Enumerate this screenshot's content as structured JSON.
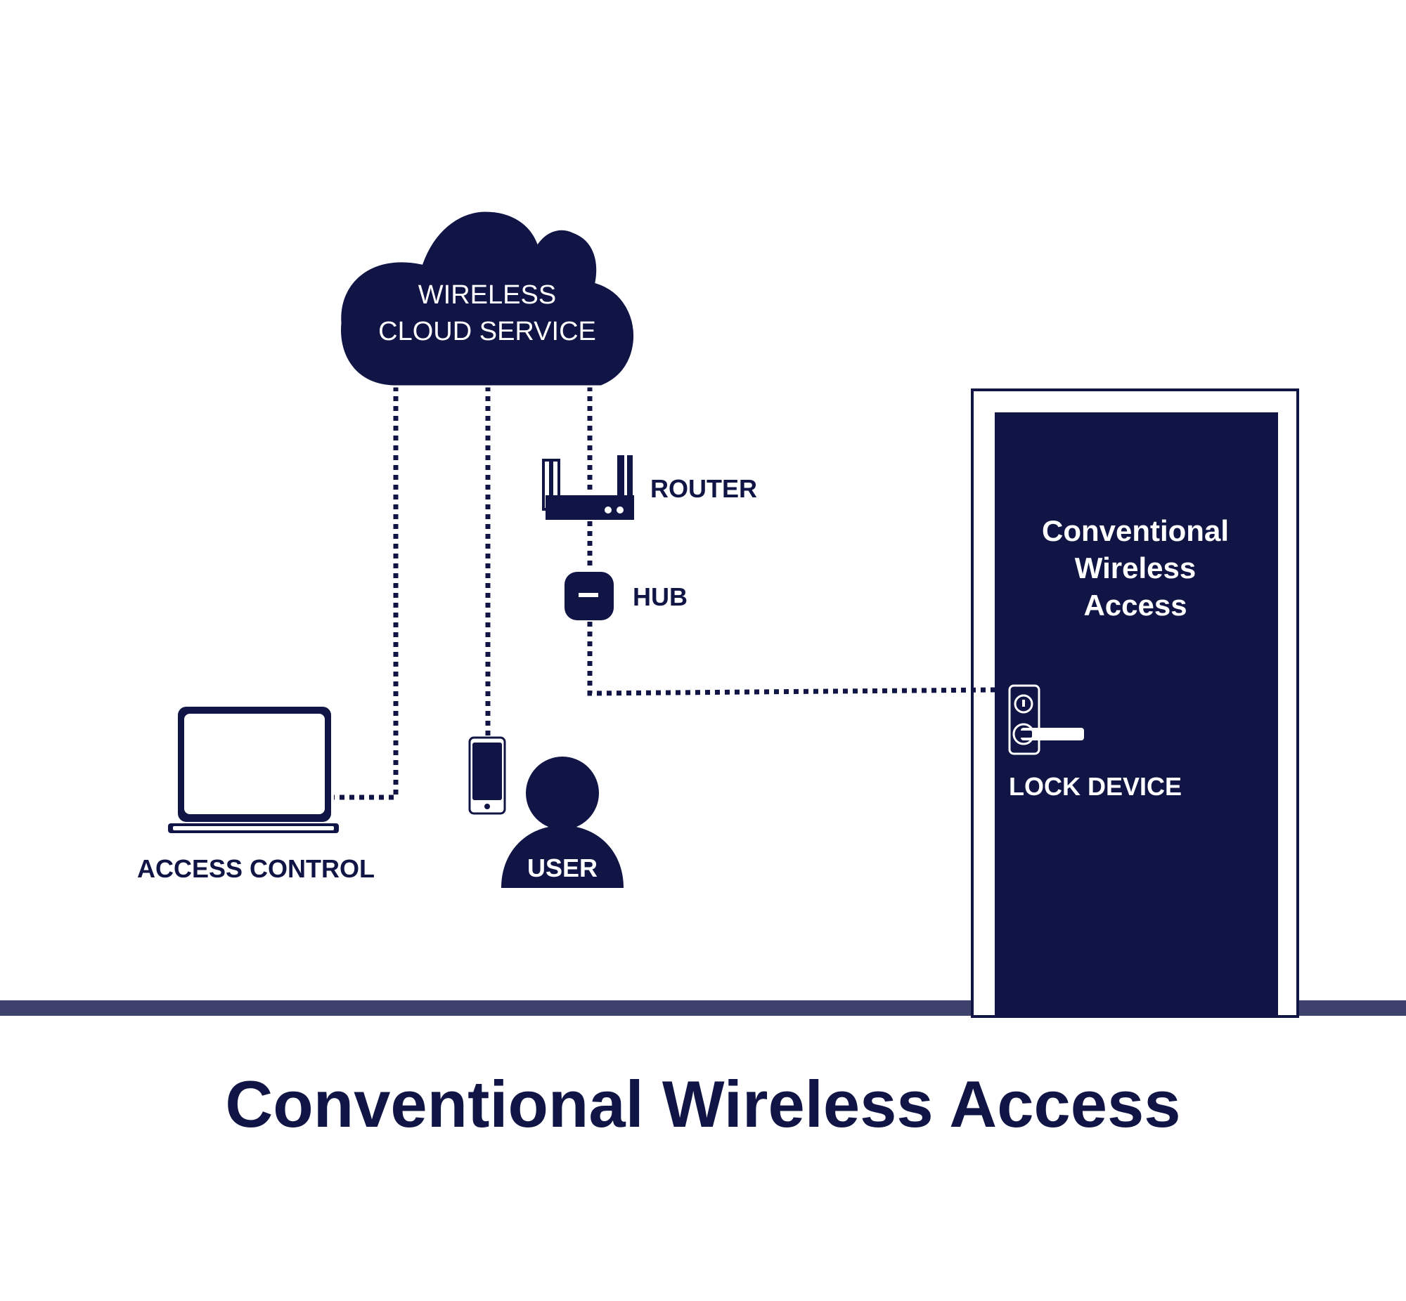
{
  "diagram": {
    "title": "Conventional Wireless Access",
    "cloud": {
      "line1": "WIRELESS",
      "line2": "CLOUD SERVICE"
    },
    "router_label": "ROUTER",
    "hub_label": "HUB",
    "access_control_label": "ACCESS CONTROL",
    "user_label": "USER",
    "door": {
      "line1": "Conventional",
      "line2": "Wireless",
      "line3": "Access"
    },
    "lock_label": "LOCK DEVICE"
  },
  "colors": {
    "navy": "#111545",
    "floor": "#3f416d",
    "background": "#ffffff"
  }
}
